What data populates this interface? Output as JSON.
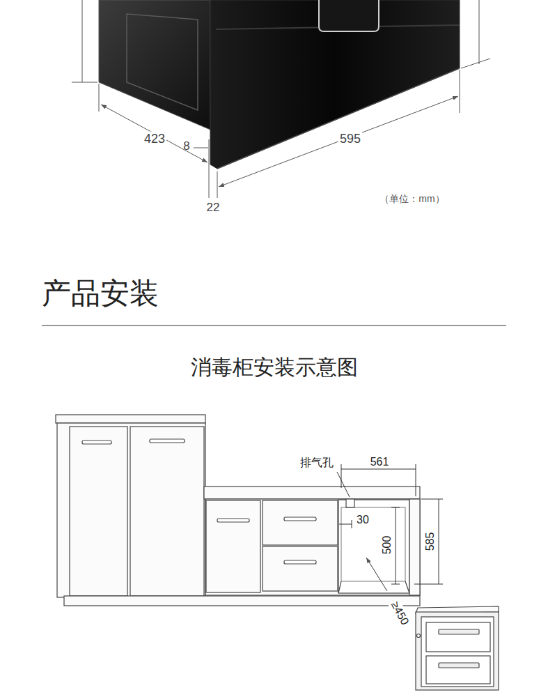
{
  "diagram": {
    "title": "产品安装",
    "caption": "消毒柜安装示意图",
    "labels": [
      "423",
      "8",
      "595",
      "22",
      "（单位：mm）",
      "排气孔",
      "561",
      "30",
      "500",
      "585",
      "≥450"
    ]
  }
}
